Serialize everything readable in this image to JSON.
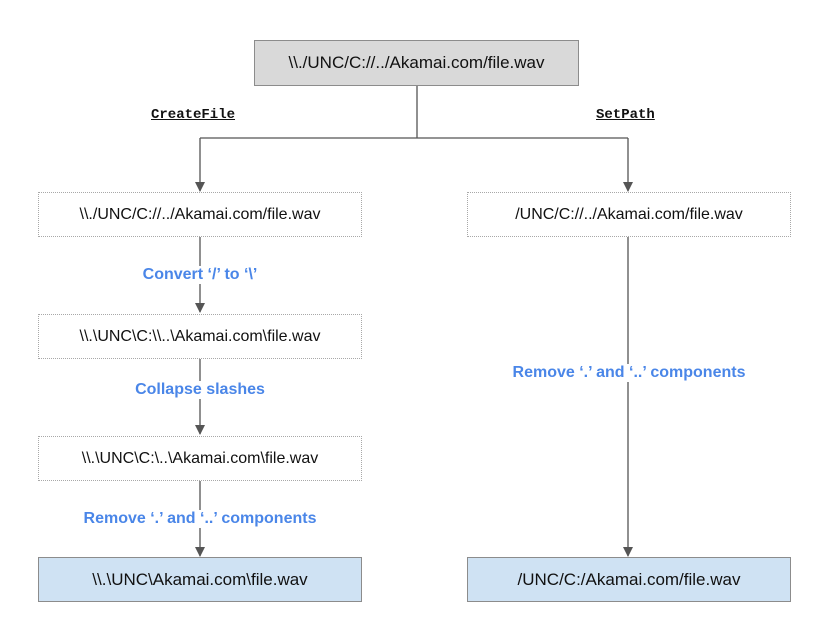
{
  "root": {
    "path": "\\\\./UNC/C://../Akamai.com/file.wav"
  },
  "branches": {
    "left": {
      "function": "CreateFile",
      "steps": [
        "\\\\./UNC/C://../Akamai.com/file.wav",
        "\\\\.\\UNC\\C:\\\\..\\Akamai.com\\file.wav",
        "\\\\.\\UNC\\C:\\..\\Akamai.com\\file.wav"
      ],
      "operations": [
        "Convert ‘/’ to ‘\\’",
        "Collapse slashes",
        "Remove ‘.’ and ‘..’ components"
      ],
      "result": "\\\\.\\UNC\\Akamai.com\\file.wav"
    },
    "right": {
      "function": "SetPath",
      "steps": [
        "/UNC/C://../Akamai.com/file.wav"
      ],
      "operations": [
        "Remove ‘.’ and ‘..’ components"
      ],
      "result": "/UNC/C:/Akamai.com/file.wav"
    }
  },
  "colors": {
    "operation_text": "#4a86e8",
    "result_fill": "#cfe2f3",
    "root_fill": "#d9d9d9",
    "connector": "#555555"
  }
}
